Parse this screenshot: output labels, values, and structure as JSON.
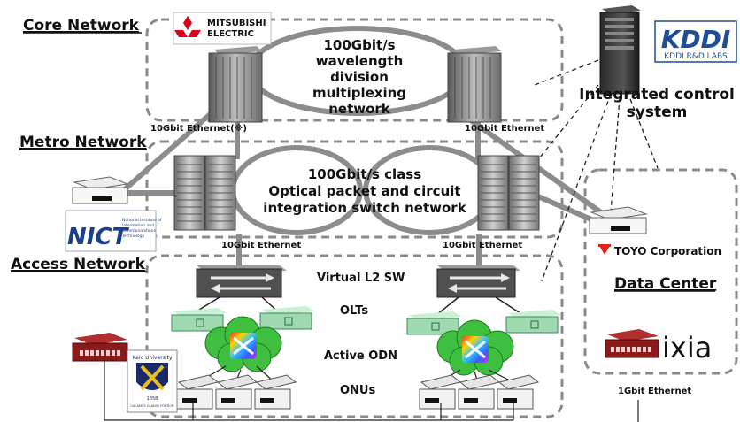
{
  "sections": {
    "core": "Core Network",
    "metro": "Metro Network",
    "access": "Access Network",
    "datacenter": "Data Center"
  },
  "core_ring": [
    "100Gbit/s",
    "wavelength",
    "division",
    "multiplexing",
    "network"
  ],
  "metro_ring": [
    "100Gbit/s class",
    "Optical packet and circuit",
    "integration switch network"
  ],
  "links": {
    "core_left": "10Gbit Ethernet(※)",
    "core_right": "10Gbit Ethernet",
    "metro_left": "10Gbit Ethernet",
    "metro_right": "10Gbit Ethernet",
    "dc": "1Gbit Ethernet"
  },
  "access_labels": {
    "virtual_sw": "Virtual L2 SW",
    "olts": "OLTs",
    "odn": "Active ODN",
    "onus": "ONUs"
  },
  "control_system": [
    "Integrated control",
    "system"
  ],
  "logos": {
    "mitsubishi": [
      "MITSUBISHI",
      "ELECTRIC"
    ],
    "kddi": "KDDI",
    "kddi_labs": "KDDI R&D LABS",
    "nict": "NICT",
    "nict_sub": [
      "National Institute of",
      "Information and",
      "Communications",
      "Technology"
    ],
    "toyo": "TOYO Corporation",
    "ixia": "ixia",
    "keio": "Keio University",
    "keio_year": "1858",
    "keio_motto": "CALAMVS GLADIO FORTIOR"
  },
  "colors": {
    "dashed_border": "#8a8a8a",
    "link_gray": "#8c8c8c",
    "olt_green": "#9fd9b0",
    "odn_cloud": "#3fbf3f",
    "red_switch": "#8b1a1a",
    "kddi_blue": "#1f4e96",
    "toyo_red": "#e0261b",
    "mitsubishi_red": "#d9001b",
    "nict_blue": "#1c3f8c",
    "keio_navy": "#1b2a6b"
  }
}
